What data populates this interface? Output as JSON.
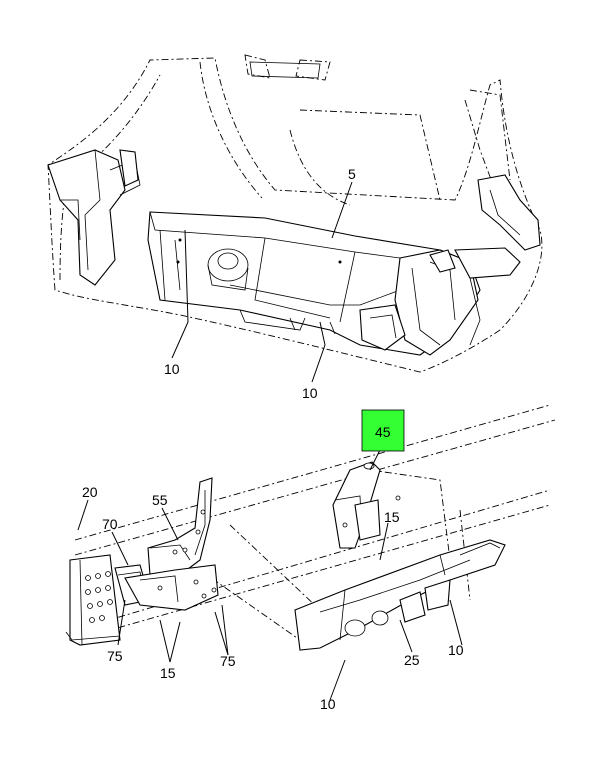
{
  "diagram": {
    "highlight_color": "#33ff33",
    "line_color": "#000000",
    "callouts": {
      "upper_part": "5",
      "upper_left_10": "10",
      "upper_right_10": "10",
      "highlighted_part": "45",
      "frame_rail": "20",
      "bracket_55": "55",
      "bracket_70": "70",
      "bolt_left_75": "75",
      "bolts_15": "15",
      "bolt_right_75": "75",
      "right_15": "15",
      "part_25": "25",
      "lower_right_10": "10",
      "lower_bottom_10": "10"
    }
  }
}
